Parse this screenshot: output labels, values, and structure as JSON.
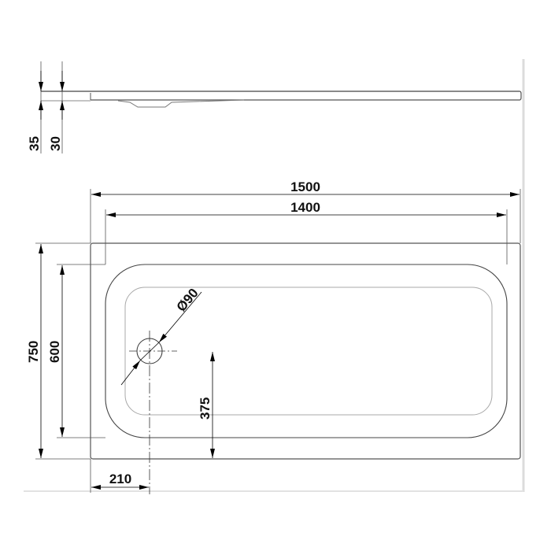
{
  "drawing": {
    "type": "technical-drawing",
    "subject": "shower tray plan and side view",
    "colors": {
      "line": "#333333",
      "light_line": "#9a9a9a",
      "frame": "#dddddd",
      "text": "#111111"
    }
  },
  "side_view": {
    "dimensions": {
      "total_height": "35",
      "rim_height": "30"
    }
  },
  "plan_view": {
    "dimensions": {
      "outer_length": "1500",
      "inner_length": "1400",
      "outer_width": "750",
      "inner_width": "600",
      "drain_diameter": "Ø90",
      "drain_offset_y": "375",
      "drain_offset_x": "210"
    }
  }
}
